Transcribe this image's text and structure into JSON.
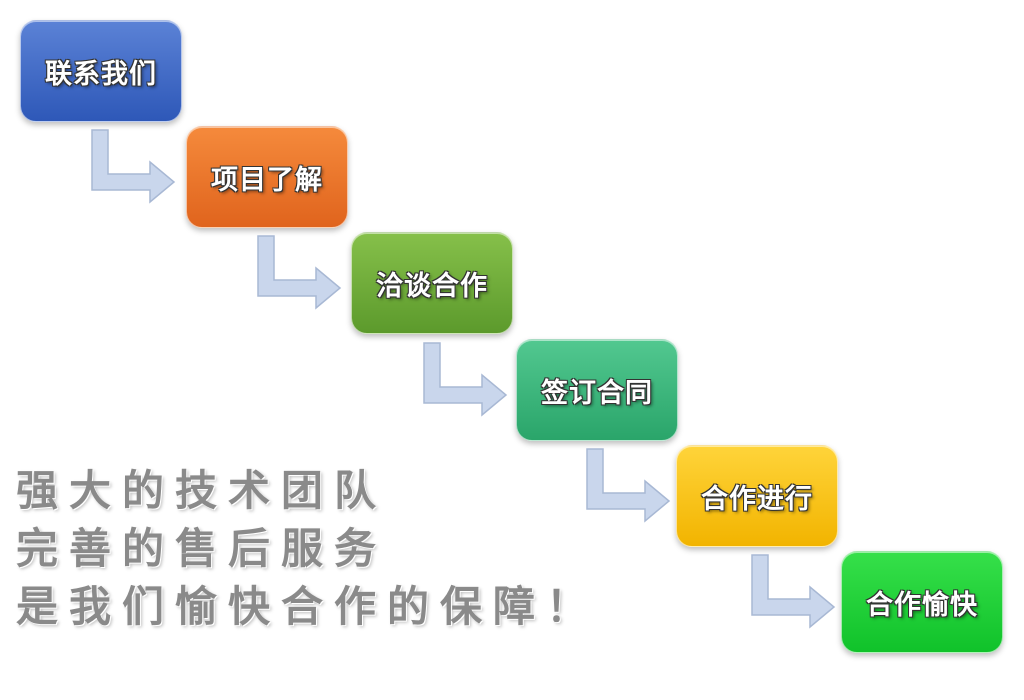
{
  "steps": [
    {
      "label": "联系我们",
      "color": "#2e58b8"
    },
    {
      "label": "项目了解",
      "color": "#e0641d"
    },
    {
      "label": "洽谈合作",
      "color": "#5c9a2c"
    },
    {
      "label": "签订合同",
      "color": "#2aa56a"
    },
    {
      "label": "合作进行",
      "color": "#f2b400"
    },
    {
      "label": "合作愉快",
      "color": "#10c22a"
    }
  ],
  "slogan": {
    "line1": "强大的技术团队",
    "line2": "完善的售后服务",
    "line3": "是我们愉快合作的保障！"
  },
  "arrow_color": "#c9d6ec"
}
